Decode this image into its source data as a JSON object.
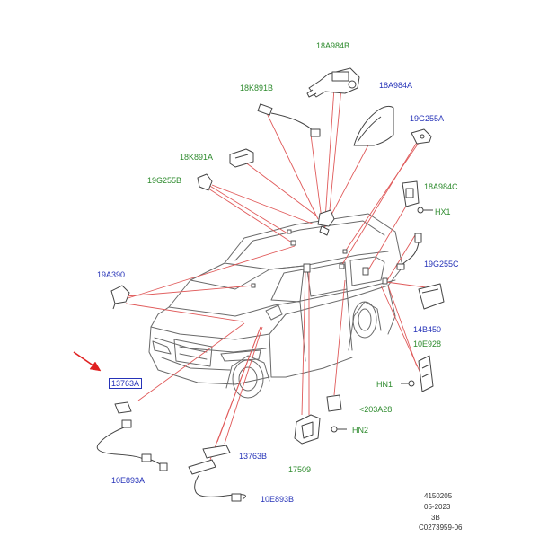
{
  "colors": {
    "green_label": "#2e8b2e",
    "blue_label": "#2633b8",
    "leader_line": "#e05a5a",
    "arrow": "#e02020"
  },
  "labels": {
    "l_18A984B": "18A984B",
    "l_18K891B": "18K891B",
    "l_18A984A": "18A984A",
    "l_19G255A": "19G255A",
    "l_18K891A": "18K891A",
    "l_19G255B": "19G255B",
    "l_18A984C": "18A984C",
    "l_HX1": "HX1",
    "l_19A390": "19A390",
    "l_19G255C": "19G255C",
    "l_14B450": "14B450",
    "l_10E928": "10E928",
    "l_13763A": "13763A",
    "l_HN1": "HN1",
    "l_203A28": "<203A28",
    "l_HN2": "HN2",
    "l_13763B": "13763B",
    "l_17509": "17509",
    "l_10E893A": "10E893A",
    "l_10E893B": "10E893B"
  },
  "footer": {
    "line1": "4150205",
    "line2": "05-2023",
    "line3": "3B",
    "line4": "C0273959-06"
  }
}
